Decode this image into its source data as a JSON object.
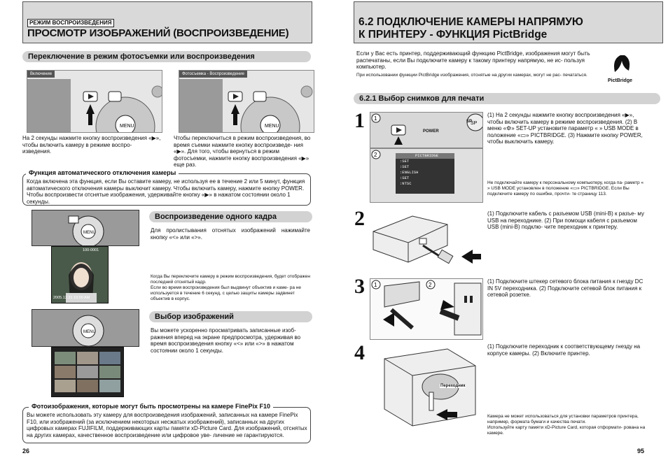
{
  "left": {
    "mode_tag": "РЕЖИМ ВОСПРОИЗВЕДЕНИЯ",
    "title": "ПРОСМОТР ИЗОБРАЖЕНИЙ (ВОСПРОИЗВЕДЕНИЕ)",
    "switch_heading": "Переключение в режим фотосъемки или воспроизведения",
    "img1_tag": "Включение",
    "img2_tag": "Фотосъемка - Воспроизведение",
    "text1": "На 2 секунды нажмите кнопку воспроизведения «▶», чтобы включить камеру в режиме воспро- изведения.",
    "text2": "Чтобы переключиться в режим воспроизведения, во время съемки нажмите кнопку воспроизведе- ния «▶». Для того, чтобы вернуться в режим фотосъемки, нажмите кнопку воспроизведения «▶» еще раз.",
    "auto_off_title": "Функция автоматического отключения камеры",
    "auto_off_text": "Когда включена эта функция, если Вы оставите камеру, не используя ее в течение 2 или 5 минут, функция автоматического отключения камеры выключит камеру. Чтобы включить камеру, нажмите кнопку POWER. Чтобы воспроизвести отснятые изображения, удерживайте кнопку «▶» в нажатом состоянии около 1 секунды.",
    "single_heading": "Воспроизведение одного кадра",
    "single_text": "Для пролистывания отснятых изображений нажимайте кнопку «<» или «>».",
    "single_note1": "Когда Вы переключите камеру в режим воспроизведения, будет отображен последний отснятый кадр.",
    "single_note2": "Если во время воспроизведения был выдвинут объектив и каме- ра не используется в течение 6 секунд, с целью защиты камеры задвинет объектив в корпус.",
    "select_heading": "Выбор изображений",
    "select_text": "Вы можете ускоренно просматривать записанные изоб- ражения вперед на экране предпросмотра, удерживая во время воспроизведения кнопку «<» или «>» в нажатом состоянии около 1 секунды.",
    "finepix_title": "Фотоизображения, которые могут быть просмотрены на камере FinePix F10",
    "finepix_text": "Вы можете использовать эту камеру для воспроизведения изображений, записанных на камере FinePix F10, или изображений (за исключением некоторых несжатых изображений), записанных на других цифровых камерах FUJIFILM, поддерживающих карты памяти xD-Picture Card. Для изображений, отснятых на других камерах, качественное воспроизведение или цифровое уве- личение не гарантируются.",
    "page_number": "26",
    "screen_counter": "100-0001",
    "screen_date": "2005.12.31  10:00 AM"
  },
  "right": {
    "title_line1": "6.2 ПОДКЛЮЧЕНИЕ КАМЕРЫ НАПРЯМУЮ",
    "title_line2": "К ПРИНТЕРУ - ФУНКЦИЯ PictBridge",
    "intro": "Если у Вас есть принтер, поддерживающий функцию PictBridge, изображения могут быть распечатаны, если Вы подключите камеру к такому принтеру напрямую, не ис- пользуя компьютер.",
    "intro_note": "При использовании функции PictBridge изображения, отснятые на других камерах, могут не рас- печататься.",
    "logo_text": "PictBridge",
    "sub_heading": "6.2.1 Выбор снимков для печати",
    "steps": [
      {
        "num": "1",
        "text": "(1) На 2 секунды нажмите кнопку воспроизведения «▶», чтобы включить камеру в режиме воспроизведения. (2) В меню «⚙» SET-UP установите параметр « » USB MODE в положение «▭» PICTBRIDGE. (3) Нажмите кнопку POWER, чтобы выключить камеру.",
        "note": "Не подключайте камеру к персональному компьютеру, когда па- раметр « » USB MODE установлен в положение «▭» PICTBRIDGE. Если Вы подключите камеру по ошибке, прочти- те страницу 113."
      },
      {
        "num": "2",
        "text": "(1) Подключите кабель с разъемом USB (mini-B) к разъе- му USB на переходнике. (2) При помощи кабеля с разъемом USB (mini-B) подклю- чите переходник к принтеру."
      },
      {
        "num": "3",
        "text": "(1) Подключите штекер сетевого блока питания к гнезду DC IN 5V переходника. (2) Подключите сетевой блок питания к сетевой розетке."
      },
      {
        "num": "4",
        "text": "(1) Подключите переходник к соответствующему гнезду на корпусе камеры. (2) Включите принтер.",
        "adapter_label": "Переходник"
      }
    ],
    "step1_labels": {
      "power": "POWER",
      "sp": "SP",
      "menu_title": "PICTBRIDGE",
      "menu_items": [
        ":SET",
        ":SET",
        ":ENGLISH",
        ":SET",
        ":NTSC"
      ]
    },
    "bottom_note1": "Камера не может использоваться для установки параметров принтера, например, формата бумаги и качества печати.",
    "bottom_note2": "Используйте карту памяти xD-Picture Card, которая отформати- рована на камере.",
    "page_number": "95"
  }
}
